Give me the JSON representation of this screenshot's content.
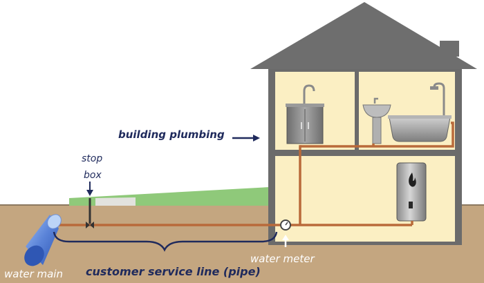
{
  "labels": {
    "building_plumbing": "building plumbing",
    "stop_box_line1": "stop",
    "stop_box_line2": "box",
    "water_meter": "water meter",
    "water_main": "water main",
    "customer_service_line": "customer service line (pipe)"
  },
  "colors": {
    "soil": "#c4a680",
    "lawn": "#8fc97a",
    "sidewalk": "#e2e2de",
    "house_wall": "#6b6b6b",
    "house_interior": "#fbefc3",
    "roof": "#6e6e6e",
    "pipe": "#b96a3a",
    "water_main": "#6a8fe0",
    "text_dark": "#1f2a5c",
    "text_light": "#ffffff"
  },
  "icons": [
    "water-main-pipe",
    "stop-box-valve",
    "water-meter-gauge",
    "kitchen-sink-icon",
    "bathroom-sink-icon",
    "bathtub-icon",
    "water-heater-icon",
    "flame-icon"
  ]
}
